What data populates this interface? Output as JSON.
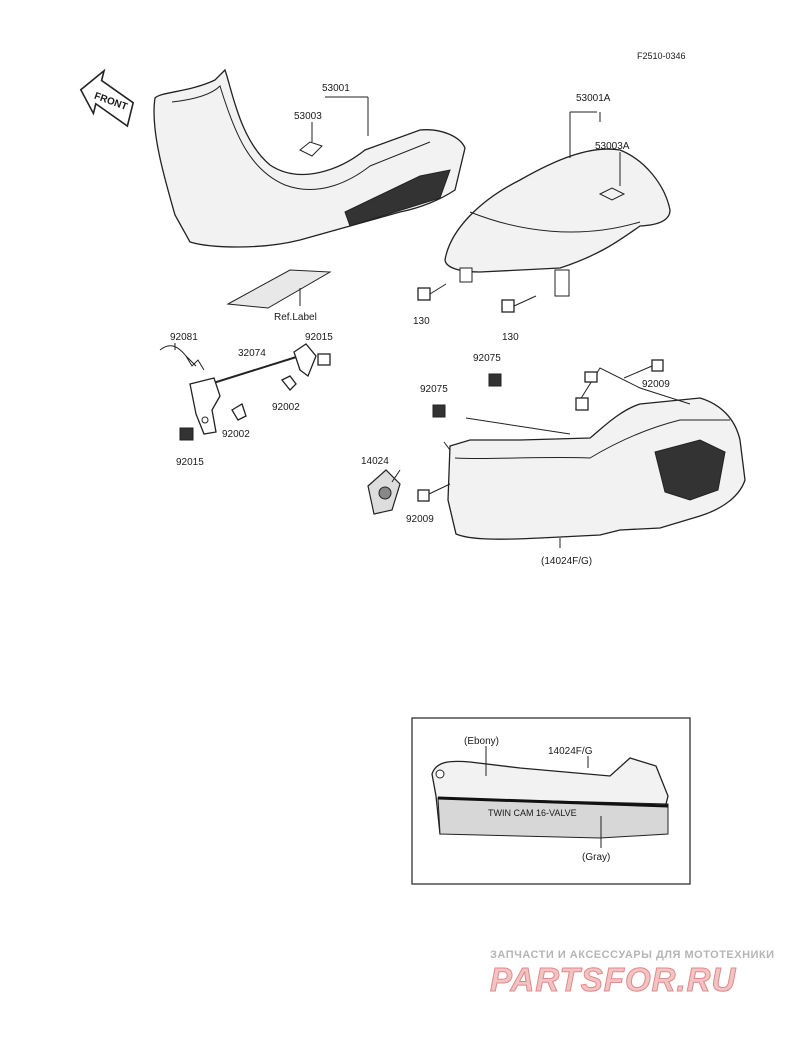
{
  "diagram_code": "F2510-0346",
  "front_arrow_text": "FRONT",
  "labels": {
    "seat": "53001",
    "seat_label": "53003",
    "rear_seat": "53001A",
    "rear_seat_label": "53003A",
    "bolt_left": "130",
    "bolt_right": "130",
    "ref_label": "Ref.Label",
    "spring": "92081",
    "rod": "32074",
    "nut_top": "92015",
    "screw_mid": "92002",
    "screw_low": "92002",
    "nut_low": "92015",
    "grommet_a": "92075",
    "grommet_b": "92075",
    "bolt_top": "92009",
    "lock": "14024",
    "bolt_lock": "92009",
    "cover": "(14024F/G)"
  },
  "inset": {
    "ebony": "(Ebony)",
    "part": "14024F/G",
    "decal": "TWIN CAM 16-VALVE",
    "gray": "(Gray)"
  },
  "watermark": {
    "top": "ЗАПЧАСТИ И АКСЕССУАРЫ ДЛЯ МОТОТЕХНИКИ",
    "main": "PARTSFOR.RU"
  }
}
